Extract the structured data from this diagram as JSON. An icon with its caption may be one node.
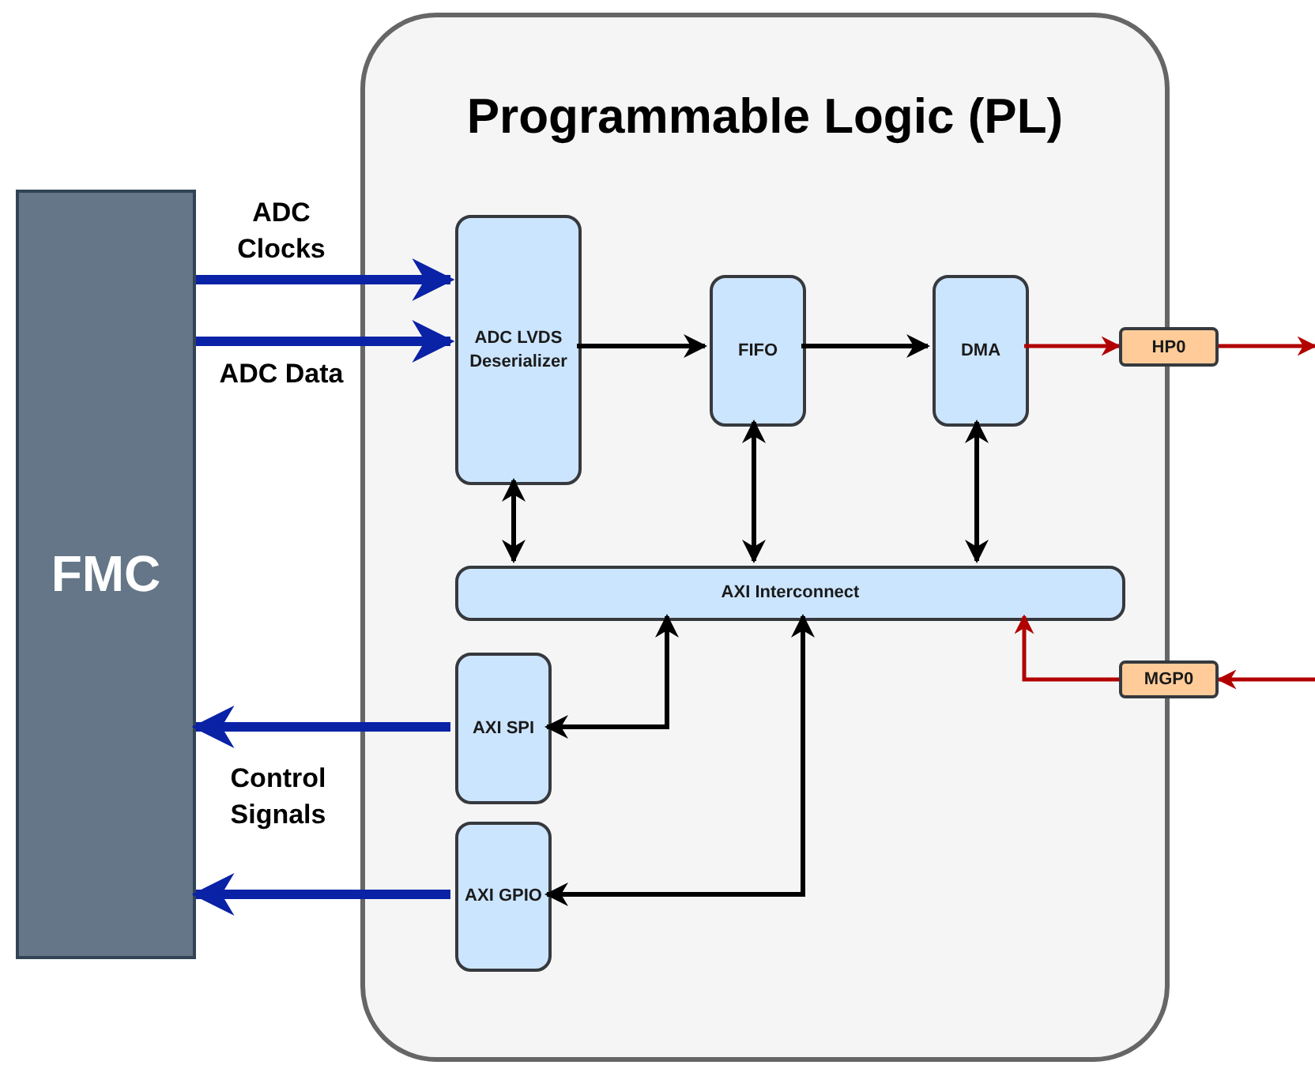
{
  "diagram": {
    "nodes": [
      {
        "text": [
          "FMC"
        ]
      },
      {
        "text": [
          "Programmable Logic (PL)"
        ]
      },
      {
        "text": [
          "ADC LVDS Deserializer"
        ],
        "in": 1
      },
      {
        "text": [
          "FIFO"
        ],
        "in": 1
      },
      {
        "text": [
          "DMA"
        ],
        "in": 1
      },
      {
        "text": [
          "AXI Interconnect"
        ],
        "in": 1
      },
      {
        "text": [
          "AXI SPI"
        ],
        "in": 1
      },
      {
        "text": [
          "AXI GPIO"
        ],
        "in": 1
      },
      {
        "text": [
          "HP0"
        ]
      },
      {
        "text": [
          "MGP0"
        ]
      }
    ],
    "edges": [
      {
        "from": 0,
        "to": 2,
        "arrow": "to",
        "label": "ADC Clocks",
        "style": "thick",
        "color": "#0a22a6"
      },
      {
        "from": 0,
        "to": 2,
        "arrow": "to",
        "label": "ADC Data",
        "style": "thick",
        "color": "#0a22a6"
      },
      {
        "from": 2,
        "to": 3,
        "arrow": "to"
      },
      {
        "from": 3,
        "to": 4,
        "arrow": "to"
      },
      {
        "from": 4,
        "to": 8,
        "arrow": "to",
        "color": "#b20000"
      },
      {
        "from": 8,
        "to": null,
        "arrow": "to",
        "color": "#b20000"
      },
      {
        "from": 2,
        "to": 5,
        "arrow": "both"
      },
      {
        "from": 3,
        "to": 5,
        "arrow": "both"
      },
      {
        "from": 4,
        "to": 5,
        "arrow": "both"
      },
      {
        "from": 5,
        "to": 6,
        "arrow": "both"
      },
      {
        "from": 5,
        "to": 7,
        "arrow": "both"
      },
      {
        "from": 6,
        "to": 0,
        "arrow": "to",
        "style": "thick",
        "color": "#0a22a6"
      },
      {
        "from": 7,
        "to": 0,
        "arrow": "to",
        "style": "thick",
        "color": "#0a22a6"
      },
      {
        "from": null,
        "to": 9,
        "arrow": "to",
        "color": "#b20000"
      },
      {
        "from": 9,
        "to": 5,
        "arrow": "to",
        "color": "#b20000"
      }
    ],
    "labels": [
      "Control Signals"
    ]
  }
}
